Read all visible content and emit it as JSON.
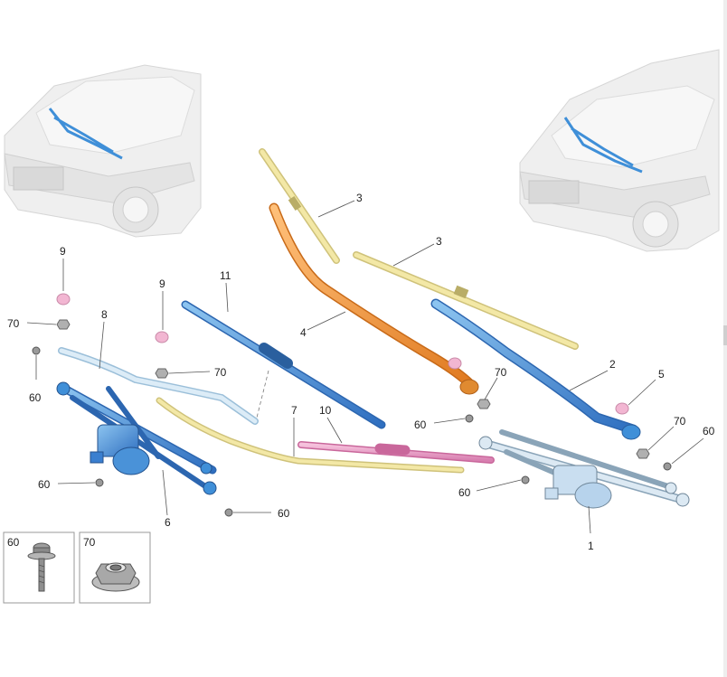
{
  "callouts": {
    "c1": "1",
    "c2": "2",
    "c3a": "3",
    "c3b": "3",
    "c4": "4",
    "c5": "5",
    "c6": "6",
    "c7": "7",
    "c8": "8",
    "c9a": "9",
    "c9b": "9",
    "c10": "10",
    "c11": "11",
    "c60a": "60",
    "c60b": "60",
    "c60c": "60",
    "c60d": "60",
    "c60e": "60",
    "c60f": "60",
    "c70a": "70",
    "c70b": "70",
    "c70c": "70",
    "c70d": "70"
  },
  "insets": {
    "bolt_label": "60",
    "nut_label": "70"
  },
  "colors": {
    "blade_yellow": "#f3e8a6",
    "arm_orange": "#f19a3e",
    "arm_blue": "#3f8fd8",
    "linkage_blue": "#3a7fd0",
    "motor_blue": "#bcd8ee",
    "hose_pink": "#e79bc4",
    "cap_pink": "#f2b6d2",
    "car_gray": "#d9d9d9"
  }
}
